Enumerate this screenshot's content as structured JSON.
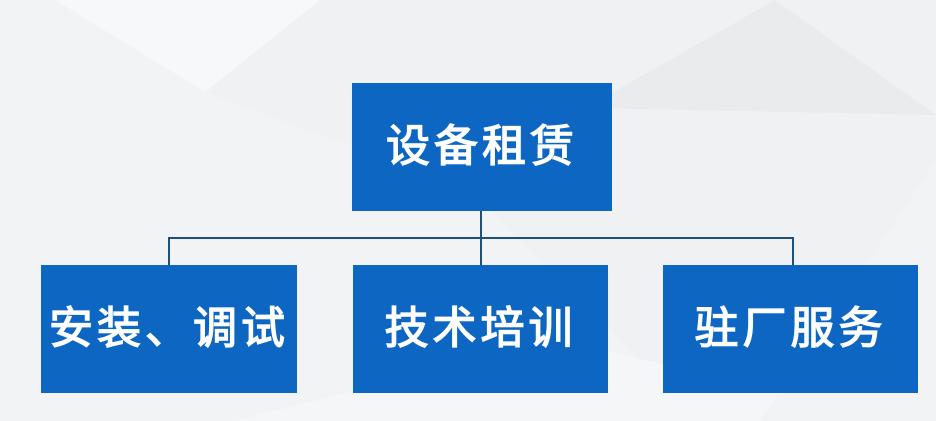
{
  "diagram": {
    "root": {
      "label": "设备租赁"
    },
    "children": [
      {
        "label": "安装、调试"
      },
      {
        "label": "技术培训"
      },
      {
        "label": "驻厂服务"
      }
    ]
  },
  "colors": {
    "box_fill": "#0e66c3",
    "box_text": "#ffffff",
    "connector": "#1f5078",
    "bg_base": "#f0f1f3"
  }
}
